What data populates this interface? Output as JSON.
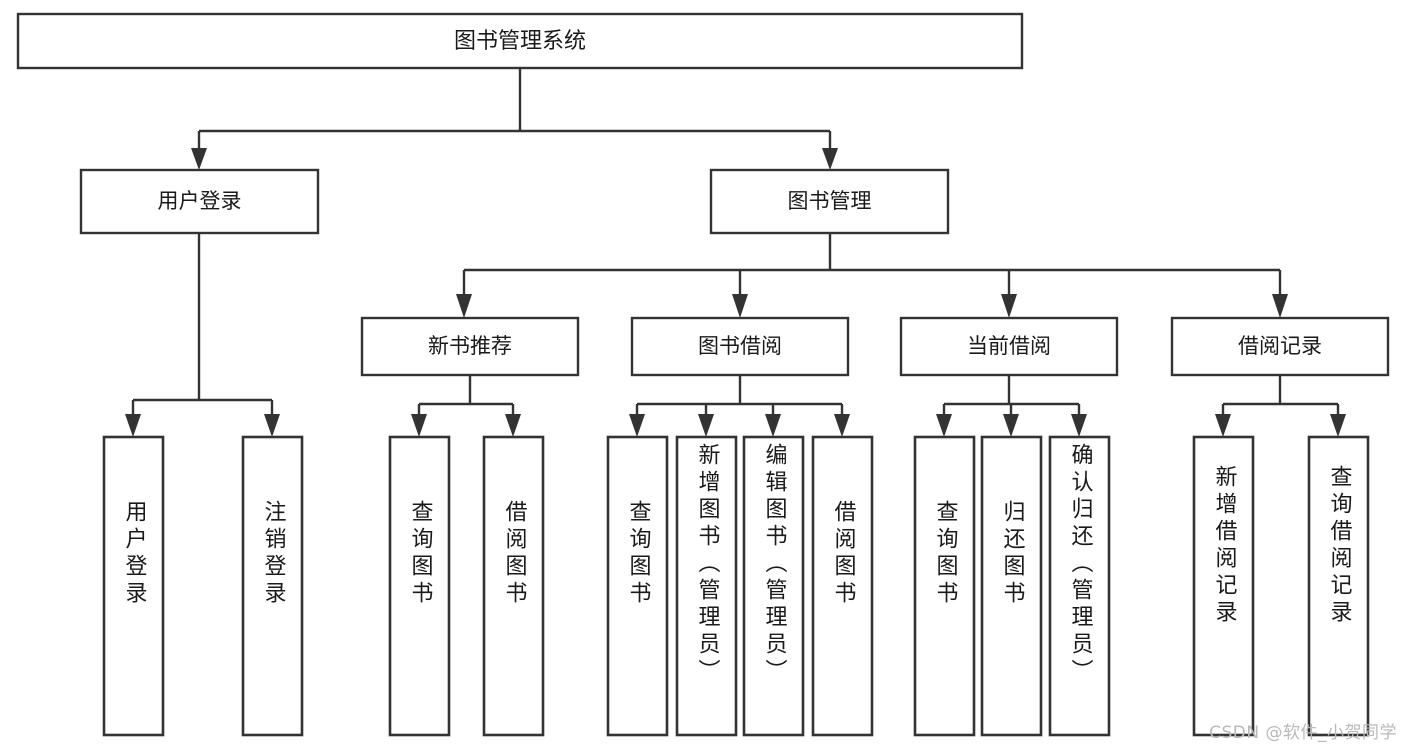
{
  "diagram": {
    "title": "图书管理系统",
    "type": "tree-hierarchy-chart",
    "colors": {
      "box_stroke": "#333333",
      "box_fill": "#ffffff",
      "text": "#1a1a1a",
      "background": "#ffffff",
      "watermark": "#b9b9b9"
    },
    "root": {
      "label": "图书管理系统"
    },
    "level2": [
      {
        "label": "用户登录"
      },
      {
        "label": "图书管理"
      }
    ],
    "level3": [
      {
        "label": "新书推荐"
      },
      {
        "label": "图书借阅"
      },
      {
        "label": "当前借阅"
      },
      {
        "label": "借阅记录"
      }
    ],
    "leaves": {
      "user_login": [
        {
          "label": "用户登录"
        },
        {
          "label": "注销登录"
        }
      ],
      "new_book_recommend": [
        {
          "label": "查询图书"
        },
        {
          "label": "借阅图书"
        }
      ],
      "book_borrow": [
        {
          "label": "查询图书"
        },
        {
          "label": "新增图书（管理员）"
        },
        {
          "label": "编辑图书（管理员）"
        },
        {
          "label": "借阅图书"
        }
      ],
      "current_borrow": [
        {
          "label": "查询图书"
        },
        {
          "label": "归还图书"
        },
        {
          "label": "确认归还（管理员）"
        }
      ],
      "borrow_record": [
        {
          "label": "新增借阅记录"
        },
        {
          "label": "查询借阅记录"
        }
      ]
    }
  },
  "watermark": {
    "text": "CSDN @软件_小贺同学"
  }
}
